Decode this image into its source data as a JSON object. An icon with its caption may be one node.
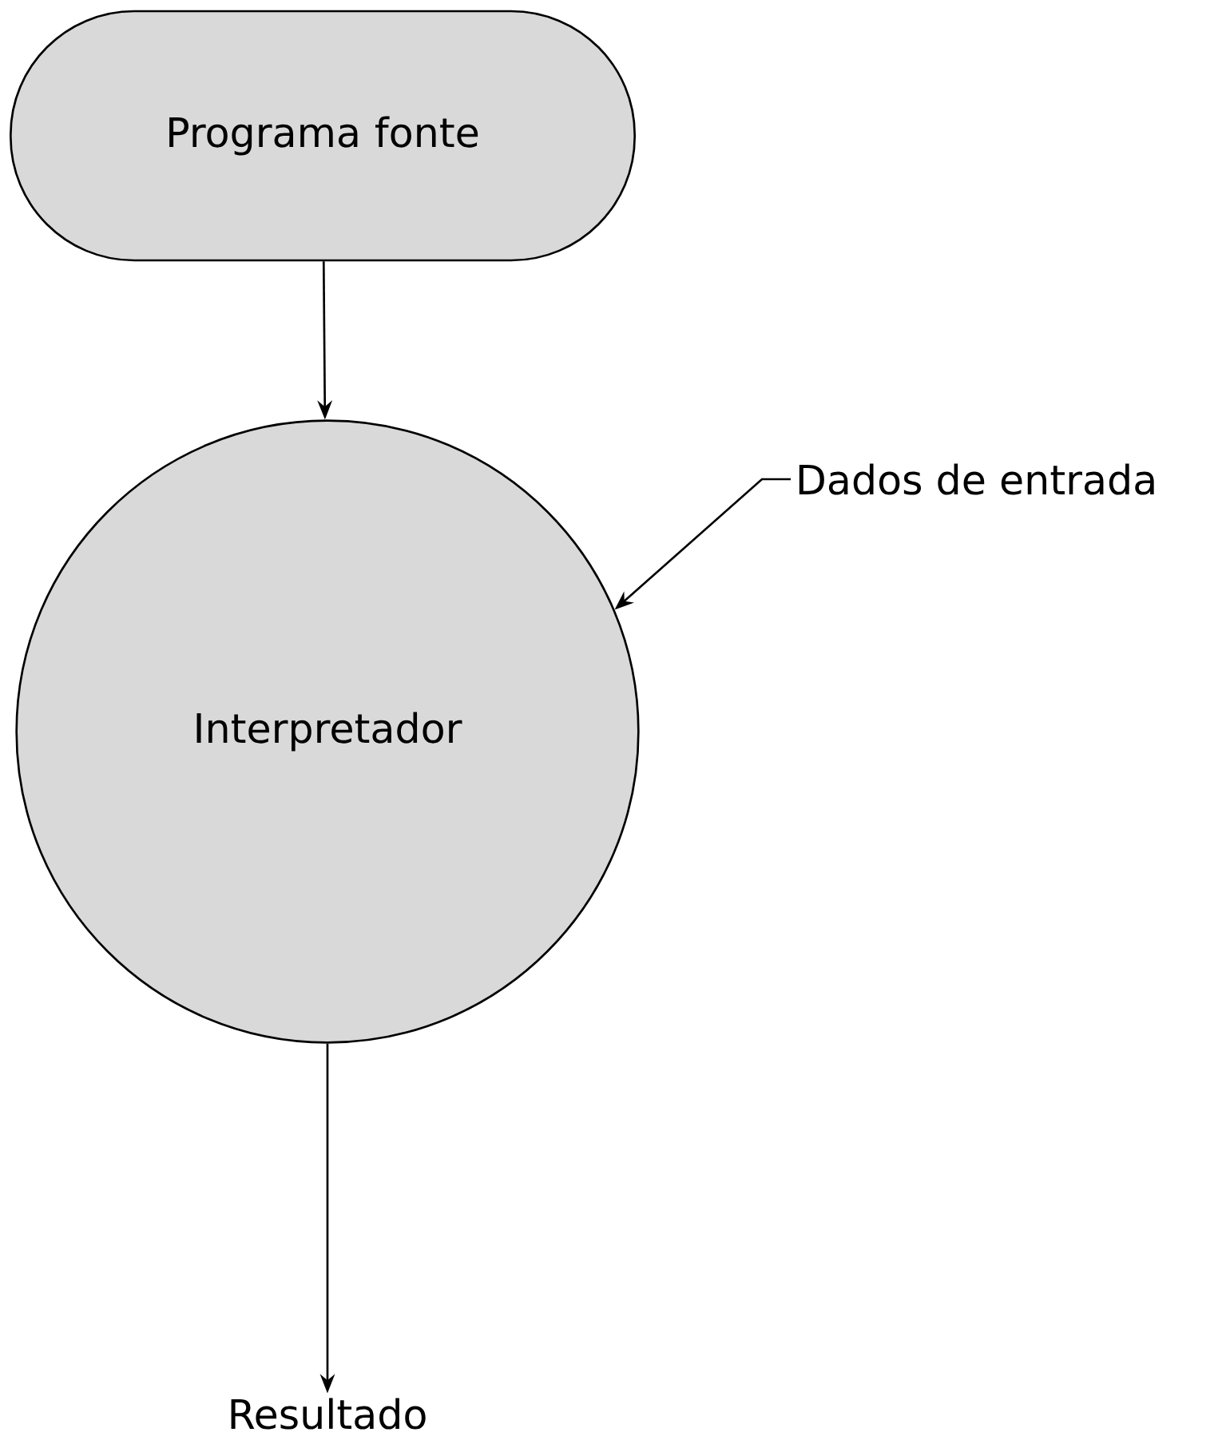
{
  "diagram": {
    "nodes": [
      {
        "text": [
          "Programa fonte"
        ]
      },
      {
        "text": [
          "Interpretador"
        ]
      },
      {
        "text": [
          "Dados de entrada"
        ]
      },
      {
        "text": [
          "Resultado"
        ]
      }
    ],
    "edges": [
      {
        "from": 0,
        "to": 1,
        "arrow": "to"
      },
      {
        "from": 2,
        "to": 1,
        "arrow": "to"
      },
      {
        "from": 1,
        "to": 3,
        "arrow": "to"
      }
    ]
  }
}
